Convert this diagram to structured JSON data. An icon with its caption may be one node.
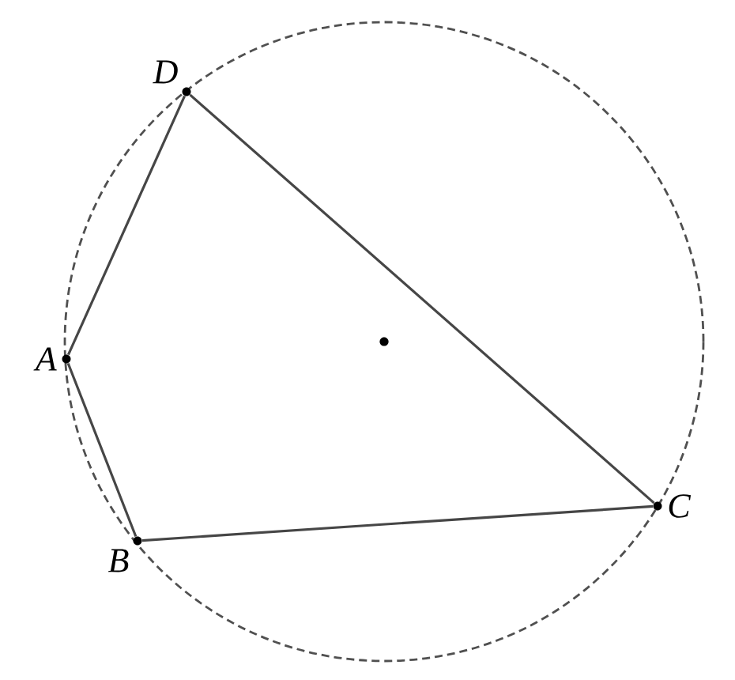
{
  "diagram": {
    "nodes": [
      {
        "text": [
          "D"
        ]
      },
      {
        "text": [
          "A"
        ]
      },
      {
        "text": [
          "B"
        ]
      },
      {
        "text": [
          "C"
        ]
      }
    ],
    "edges": [
      {
        "from": 0,
        "to": 1,
        "arrow": "none"
      },
      {
        "from": 1,
        "to": 2,
        "arrow": "none"
      },
      {
        "from": 2,
        "to": 3,
        "arrow": "none"
      },
      {
        "from": 3,
        "to": 0,
        "arrow": "none"
      }
    ]
  }
}
